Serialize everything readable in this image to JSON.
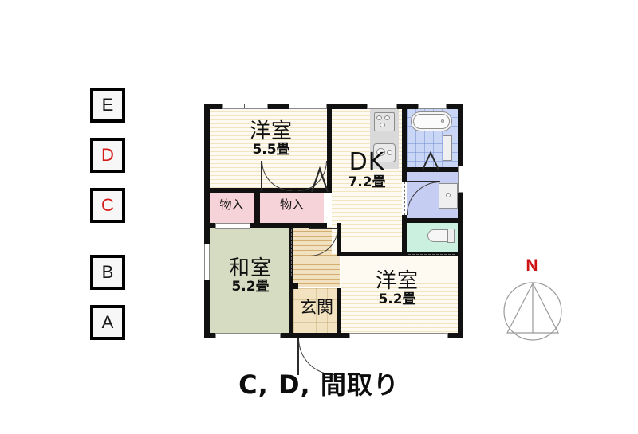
{
  "title": "C, D, 間取り",
  "legend": {
    "name": "unit-letter-keys",
    "items": [
      {
        "label": "E",
        "highlighted": false
      },
      {
        "label": "D",
        "highlighted": true
      },
      {
        "label": "C",
        "highlighted": true
      },
      {
        "label": "B",
        "highlighted": false
      },
      {
        "label": "A",
        "highlighted": false
      }
    ]
  },
  "compass": {
    "label": "N",
    "color": "#cc1313"
  },
  "floorplan": {
    "rooms": [
      {
        "id": "yoshitsu_55",
        "name": "洋室",
        "size": "5.5畳",
        "type": "western-room",
        "fill": "#faf0d2"
      },
      {
        "id": "dk",
        "name": "DK",
        "size": "7.2畳",
        "type": "dining-kitchen",
        "fill": "#faf0d2"
      },
      {
        "id": "washitsu_52",
        "name": "和室",
        "size": "5.2畳",
        "type": "japanese-room",
        "fill": "#d6dcc1"
      },
      {
        "id": "yoshitsu_52",
        "name": "洋室",
        "size": "5.2畳",
        "type": "western-room",
        "fill": "#faf0d2"
      },
      {
        "id": "closet_1",
        "name": "物入",
        "size": "",
        "type": "closet",
        "fill": "#f6d3d8"
      },
      {
        "id": "closet_2",
        "name": "物入",
        "size": "",
        "type": "closet",
        "fill": "#f6d3d8"
      },
      {
        "id": "genkan",
        "name": "玄関",
        "size": "",
        "type": "entrance",
        "fill": "#f3e2c0"
      }
    ],
    "unlabeled_areas": [
      {
        "id": "bathroom",
        "type": "bath-unit",
        "fill": "#c9d6f5"
      },
      {
        "id": "washroom",
        "type": "washroom",
        "fill": "#c6cdf2"
      },
      {
        "id": "toilet",
        "type": "toilet",
        "fill": "#ccf0e0"
      },
      {
        "id": "kitchen",
        "type": "kitchen-counter",
        "fill": "#d9d9d9"
      },
      {
        "id": "hallway",
        "type": "corridor",
        "fill": "#e8c98c"
      }
    ],
    "fixtures": [
      "stove",
      "sink",
      "bathtub",
      "vanity",
      "toilet-bowl",
      "washing-machine-pan"
    ]
  }
}
